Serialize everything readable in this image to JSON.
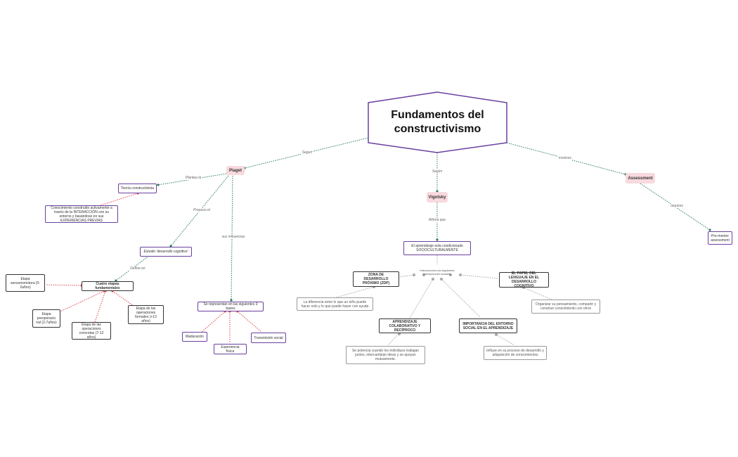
{
  "main_title": "Fundamentos del constructivismo",
  "labels": {
    "segun_left": "Segun",
    "segun_center": "Según",
    "involves": "involves",
    "plantea_la": "Plantea la",
    "propuso_el": "Propuso el",
    "sus_influencias": "sus influencias",
    "define_en": "Define en",
    "afirma_que": "Afirma que",
    "requires": "requires",
    "interactions": "Interacciones las siguientes interacciones sociales"
  },
  "nodes": {
    "piaget": "Piaget",
    "vigotsky": "Vigotsky",
    "assessment": "Assessment",
    "pre_mentor_assessment": "Pre-mentor assessment",
    "teoria_constructivista": "Teoría constructivista",
    "conocimiento": "Conocimiento construido activamente a través de la INTERACCIÓN con su entorno y basándose en sus EXPERIENCIAS PREVIAS",
    "estudio_desarrollo": "Estudio 'desarrollo cognitivo'",
    "cuatro_etapas": "Cuatro etapas fundamentales",
    "etapa_sensoriomotora": "Etapa sensoriomotora (0-2años)",
    "etapa_preoperacional": "Etapa preoperacio nal (2-7años)",
    "etapa_concretas": "Etapa de las operaciones concretas (7-12 años)",
    "etapa_formales": "Etapa de las operaciones formales (+12 años)",
    "se_representan": "Se representan en las siguientes 3 bases",
    "maduracion": "Maduración",
    "experiencia_fisica": "Experiencia física",
    "transmision_social": "Transmisión social",
    "aprendizaje_condicionado": "El aprendizaje esta condicionado SOCIOCULTURALMENTE",
    "zdp": "ZONA DE DESARROLLO PRÓXIMO (ZDP)",
    "zdp_desc": "La diferencia entre lo que un niño puede hacer solo y lo que puede hacer con ayuda",
    "lenguaje": "EL PAPEL DEL LENGUAJE EN EL DESARROLLO COGNITIVO",
    "lenguaje_desc": "Organizar su pensamiento, compartir y construir conocimiento con otros",
    "colaborativo": "APRENDIZAJE COLABORATIVO Y RECÍPROCO",
    "colaborativo_desc": "Se potencia cuando los individuos trabajan juntos, intercambian ideas y se apoyan mutuamente.",
    "entorno": "IMPORTANCIA DEL ENTORNO SOCIAL EN EL APRENDIZAJE",
    "entorno_desc": "Influye en su proceso de desarrollo y adquisición de conocimientos"
  },
  "colors": {
    "purple_border": "#6a3fa0",
    "pink_fill": "#f7d9df",
    "green_link": "#2e7d5b",
    "red_link": "#e2474d",
    "gray_link": "#a8a8a8"
  }
}
